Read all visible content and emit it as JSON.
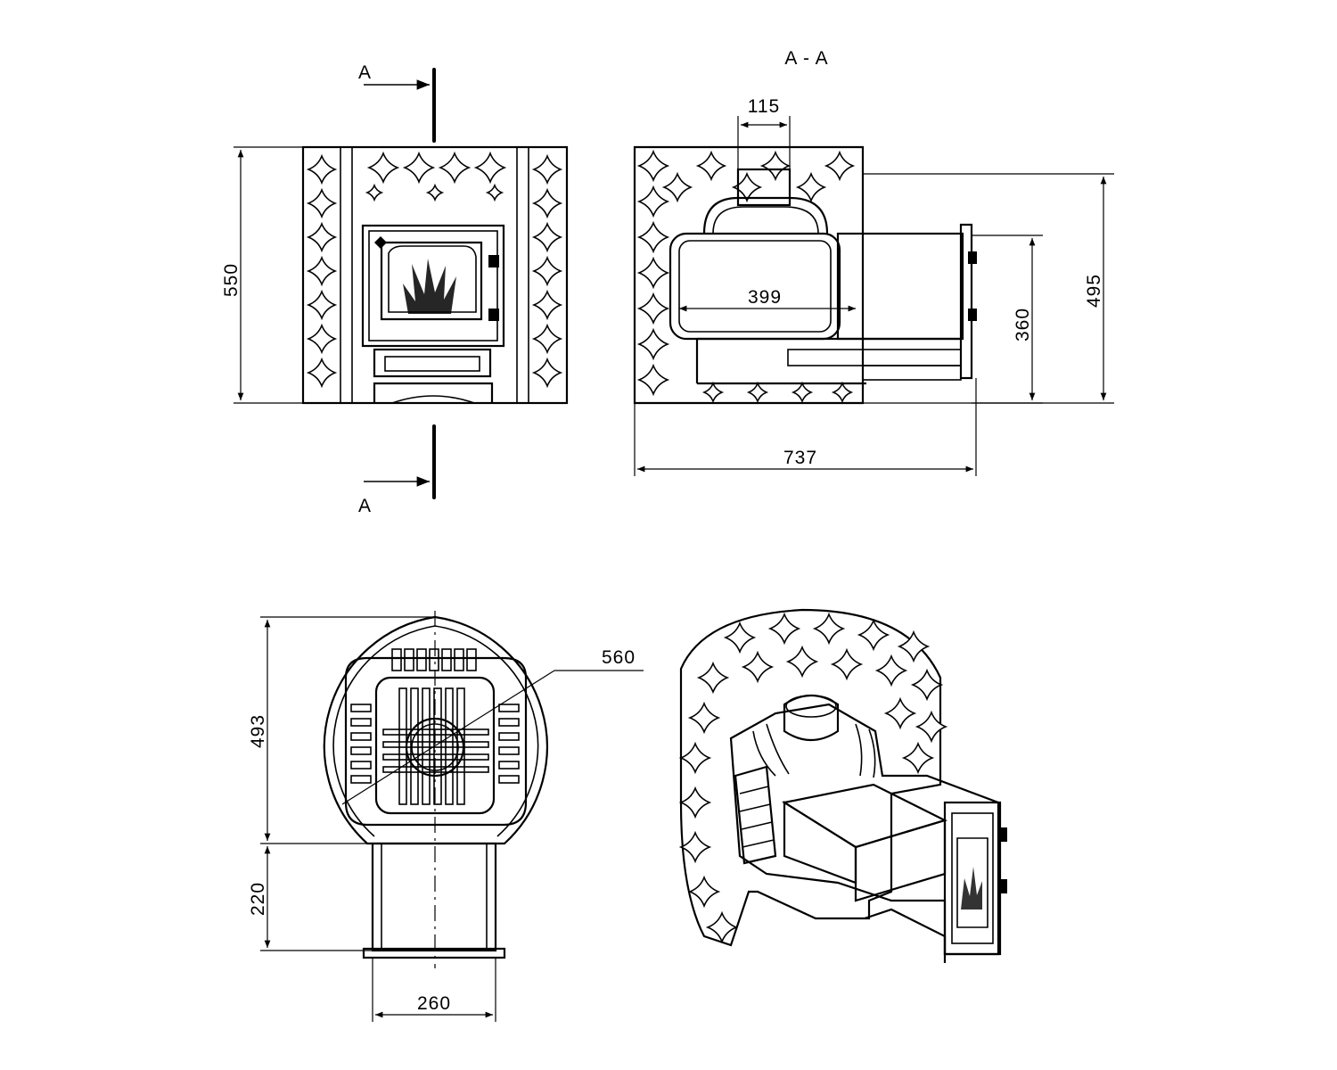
{
  "section_label": "A - A",
  "cut_marker": "A",
  "dimensions": {
    "front_height": "550",
    "section_top_width": "115",
    "section_firebox_length": "399",
    "section_tunnel_height": "360",
    "section_total_height": "495",
    "section_total_length": "737",
    "top_diameter": "560",
    "top_body_depth": "493",
    "top_tunnel_depth": "220",
    "top_tunnel_width": "260"
  },
  "colors": {
    "line": "#000000",
    "background": "#ffffff"
  }
}
